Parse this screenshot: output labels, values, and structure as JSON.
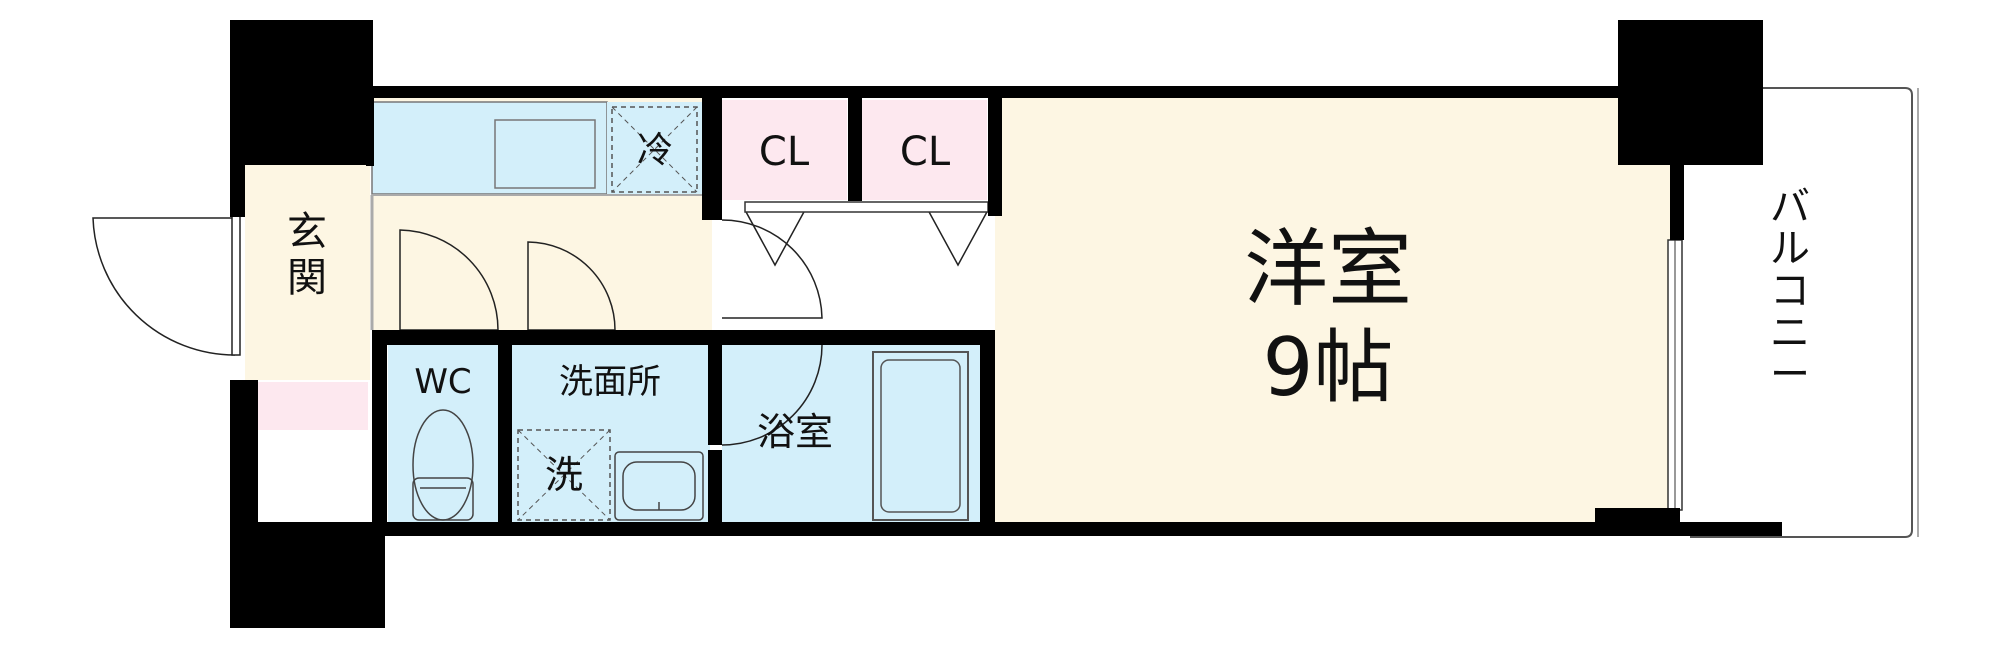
{
  "rooms": {
    "entrance": "玄関",
    "wc": "WC",
    "washroom": "洗面所",
    "bathroom": "浴室",
    "western_room": "洋室",
    "western_room_size": "9帖",
    "balcony": "バルコニー"
  },
  "fixtures": {
    "refrigerator": "冷",
    "washer": "洗",
    "closet_1": "CL",
    "closet_2": "CL"
  },
  "colors": {
    "wall": "#000000",
    "floor_cream": "#fdf6e3",
    "wet_blue": "#d3effa",
    "closet_pink": "#fde8ef",
    "appliance_line": "#555555"
  }
}
